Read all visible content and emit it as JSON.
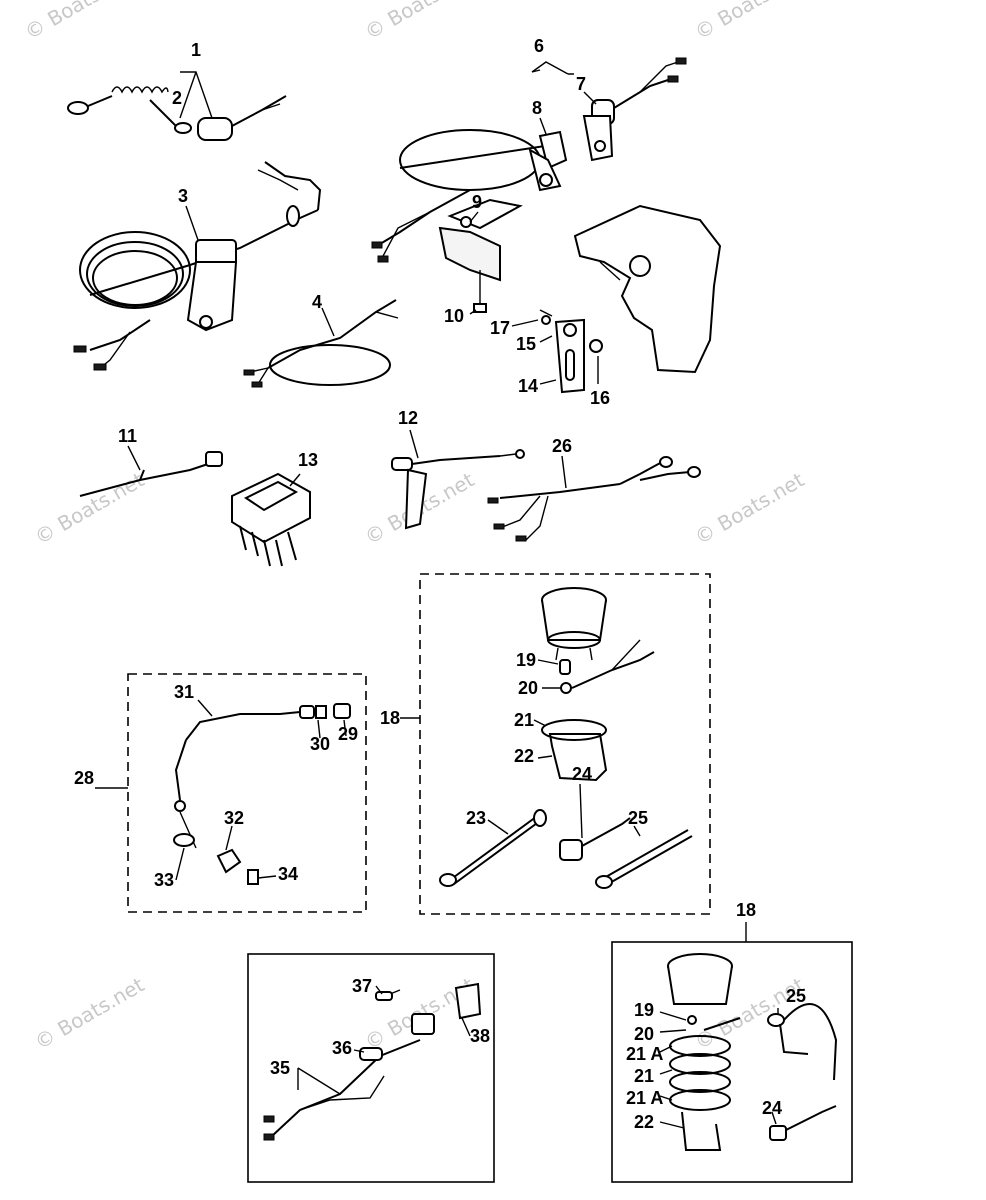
{
  "watermark": "© Boats.net",
  "callouts": {
    "c1": "1",
    "c2": "2",
    "c3": "3",
    "c4": "4",
    "c6": "6",
    "c7": "7",
    "c8": "8",
    "c9": "9",
    "c10": "10",
    "c11": "11",
    "c12": "12",
    "c13": "13",
    "c14": "14",
    "c15": "15",
    "c16": "16",
    "c17": "17",
    "c26": "26",
    "c18a": "18",
    "c19a": "19",
    "c20a": "20",
    "c21a": "21",
    "c22a": "22",
    "c23": "23",
    "c24a": "24",
    "c25a": "25",
    "c28": "28",
    "c29": "29",
    "c30": "30",
    "c31": "31",
    "c32": "32",
    "c33": "33",
    "c34": "34",
    "c35": "35",
    "c36": "36",
    "c37": "37",
    "c38": "38",
    "c18b": "18",
    "c19b": "19",
    "c20b": "20",
    "c21Ab": "21 A",
    "c21b": "21",
    "c21Ac": "21 A",
    "c22b": "22",
    "c24b": "24",
    "c25b": "25"
  }
}
